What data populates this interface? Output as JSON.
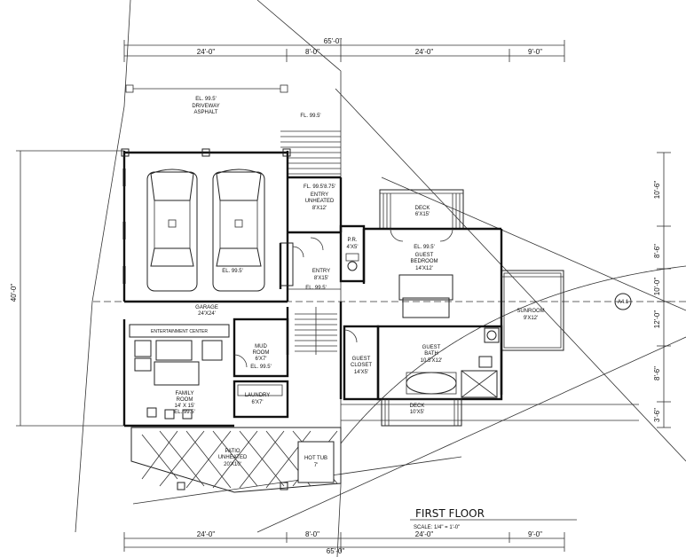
{
  "dimensions": {
    "top_total": "65'-0\"",
    "top_segments": [
      "24'-0\"",
      "8'-0\"",
      "24'-0\"",
      "9'-0\""
    ],
    "bottom_total": "65'-0\"",
    "bottom_segments": [
      "24'-0\"",
      "8'-0\"",
      "24'-0\"",
      "9'-0\""
    ],
    "left_total": "40'-0\"",
    "right_segments": [
      "10'-6\"",
      "8'-6\"",
      "10'-0\"",
      "12'-0\"",
      "8'-6\"",
      "3'-6\""
    ]
  },
  "rooms": {
    "driveway_el": "EL. 99.5'",
    "driveway_name": "DRIVEWAY",
    "driveway_material": "ASPHALT",
    "fl_label": "FL. 99.5'",
    "garage_name": "GARAGE",
    "garage_size": "24'X24'",
    "garage_el": "EL. 99.5'",
    "entry_unheated_el": "FL. 99.5'8.75'",
    "entry_unheated_name": "ENTRY",
    "entry_unheated_sub": "UNHEATED",
    "entry_unheated_size": "8'X12'",
    "pr_name": "P.R.",
    "pr_size": "4'X5'",
    "entry_name": "ENTRY",
    "entry_size": "8'X15'",
    "entry_el": "EL. 99.5'",
    "deck_name": "DECK",
    "deck_size": "6'X15'",
    "guest_el": "EL. 99.5'",
    "guest_bedroom_name": "GUEST",
    "guest_bedroom_sub": "BEDROOM",
    "guest_bedroom_size": "14'X12'",
    "sunroom_name": "SUNROOM",
    "sunroom_size": "9'X12'",
    "marker": "A4.1",
    "mud_name": "MUD",
    "mud_sub": "ROOM",
    "mud_size": "6'X7'",
    "mud_el": "EL. 99.5'",
    "family_name": "FAMILY",
    "family_sub": "ROOM",
    "family_size": "14' X 15'",
    "family_el": "EL. 99.5'",
    "laundry_name": "LAUNDRY",
    "laundry_size": "6'X7'",
    "guest_closet_name": "GUEST",
    "guest_closet_sub": "CLOSET",
    "guest_closet_size": "14'X5'",
    "guest_bath_name": "GUEST",
    "guest_bath_sub": "BATH",
    "guest_bath_size": "10.5'X12'",
    "deck2_name": "DECK",
    "deck2_size": "10'X5'",
    "patio_name": "PATIO",
    "patio_sub": "UNHEATED",
    "patio_size": "20'X10'",
    "hot_tub_name": "HOT TUB",
    "hot_tub_size": "7'",
    "ent_center": "ENTERTAINMENT CENTER"
  },
  "title_block": {
    "title": "FIRST FLOOR",
    "scale": "SCALE: 1/4\" = 1'-0\""
  }
}
